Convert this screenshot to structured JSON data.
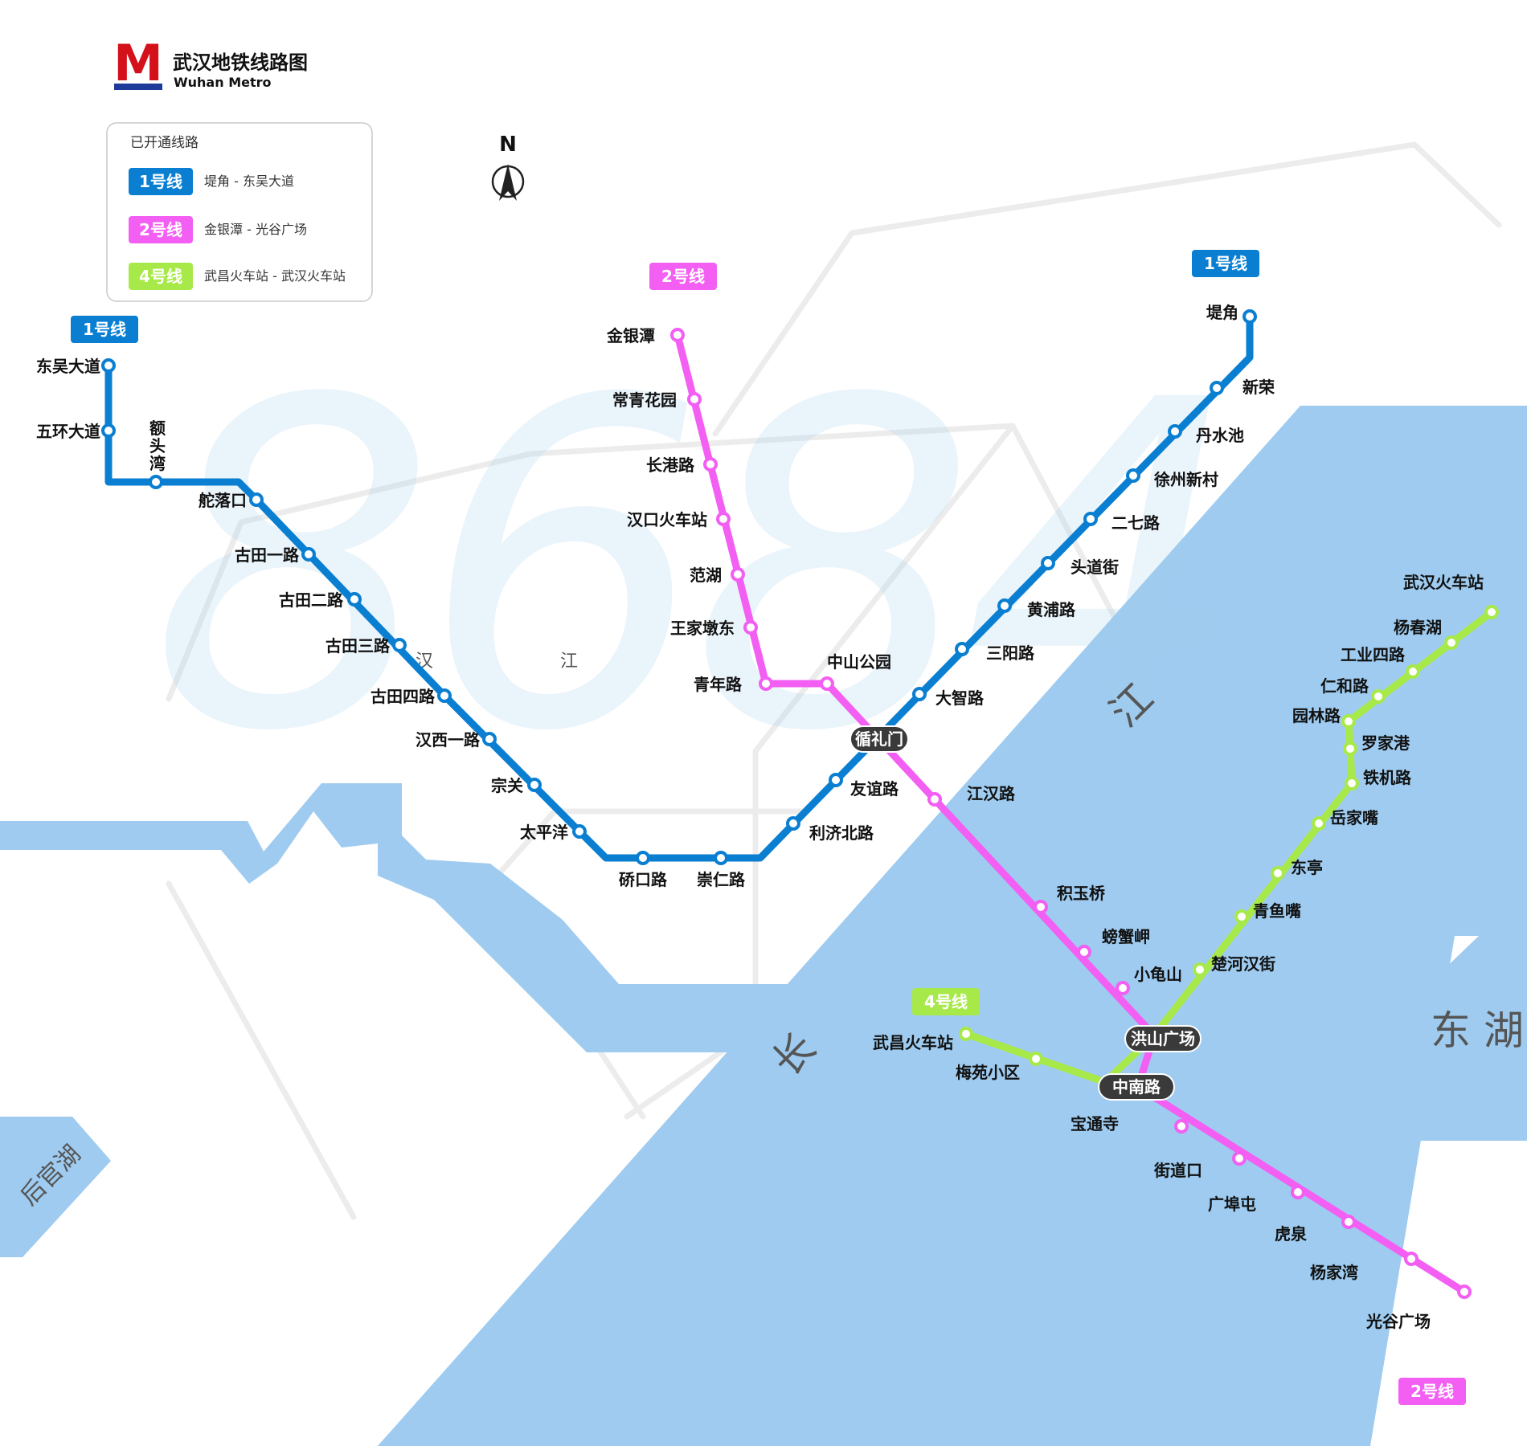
{
  "title_cn": "武汉地铁线路图",
  "title_en": "Wuhan Metro",
  "logo_letter": "M",
  "watermark": "8684",
  "north_label": "N",
  "colors": {
    "line1": "#0a7fd2",
    "line2": "#f25ff2",
    "line4": "#a8e94a",
    "water": "#9ecbef",
    "hub": "#3a3a3a"
  },
  "legend": {
    "title": "已开通线路",
    "items": [
      {
        "badge": "1号线",
        "route": "堤角 - 东吴大道",
        "color": "#0a7fd2"
      },
      {
        "badge": "2号线",
        "route": "金银潭 - 光谷广场",
        "color": "#f25ff2"
      },
      {
        "badge": "4号线",
        "route": "武昌火车站 - 武汉火车站",
        "color": "#a8e94a"
      }
    ]
  },
  "water_labels": {
    "river": [
      "长",
      "江"
    ],
    "han": [
      "汉",
      "江"
    ],
    "east_lake": "东 湖",
    "houguan_lake": "后官湖"
  },
  "line_badges": [
    {
      "text": "1号线",
      "line": "1"
    },
    {
      "text": "1号线",
      "line": "1"
    },
    {
      "text": "2号线",
      "line": "2"
    },
    {
      "text": "2号线",
      "line": "2"
    },
    {
      "text": "4号线",
      "line": "4"
    }
  ],
  "interchanges": [
    "循礼门",
    "洪山广场",
    "中南路"
  ],
  "line1": {
    "stations": [
      "东吴大道",
      "五环大道",
      "额头湾",
      "舵落口",
      "古田一路",
      "古田二路",
      "古田三路",
      "古田四路",
      "汉西一路",
      "宗关",
      "太平洋",
      "硚口路",
      "崇仁路",
      "利济北路",
      "友谊路",
      "大智路",
      "三阳路",
      "黄浦路",
      "头道街",
      "二七路",
      "徐州新村",
      "丹水池",
      "新荣",
      "堤角"
    ]
  },
  "line2": {
    "stations": [
      "金银潭",
      "常青花园",
      "长港路",
      "汉口火车站",
      "范湖",
      "王家墩东",
      "青年路",
      "中山公园",
      "江汉路",
      "积玉桥",
      "螃蟹岬",
      "小龟山",
      "宝通寺",
      "街道口",
      "广埠屯",
      "虎泉",
      "杨家湾",
      "光谷广场"
    ]
  },
  "line4": {
    "stations": [
      "武昌火车站",
      "梅苑小区",
      "楚河汉街",
      "青鱼嘴",
      "东亭",
      "岳家嘴",
      "铁机路",
      "罗家港",
      "园林路",
      "仁和路",
      "工业四路",
      "杨春湖",
      "武汉火车站"
    ]
  }
}
